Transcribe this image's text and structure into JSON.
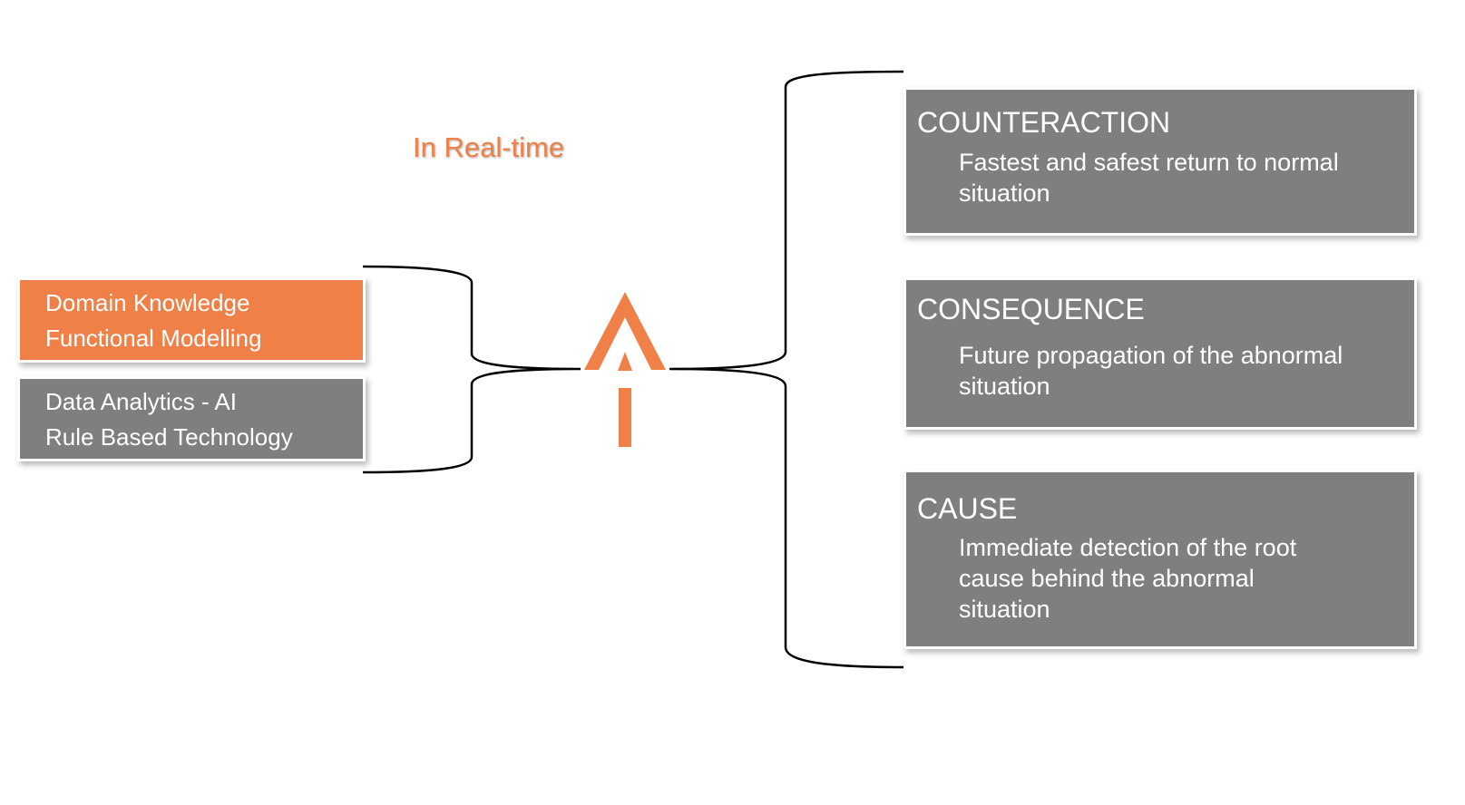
{
  "realtime_label": "In Real-time",
  "left_boxes": [
    {
      "lines": [
        "Domain Knowledge",
        "Functional Modelling"
      ],
      "color": "#ee8048"
    },
    {
      "lines": [
        "Data Analytics - AI",
        "Rule Based Technology"
      ],
      "color": "#7f7f7f"
    }
  ],
  "right_boxes": [
    {
      "title": "COUNTERACTION",
      "description": "Fastest and safest return to normal situation"
    },
    {
      "title": "CONSEQUENCE",
      "description": "Future propagation of the abnormal situation"
    },
    {
      "title": "CAUSE",
      "description": "Immediate detection of the root cause behind the abnormal situation"
    }
  ],
  "colors": {
    "accent": "#ee8048",
    "box_gray": "#7f7f7f",
    "bracket": "#000000"
  },
  "icons": {
    "center_logo": "orange-a-arrow-logo"
  }
}
